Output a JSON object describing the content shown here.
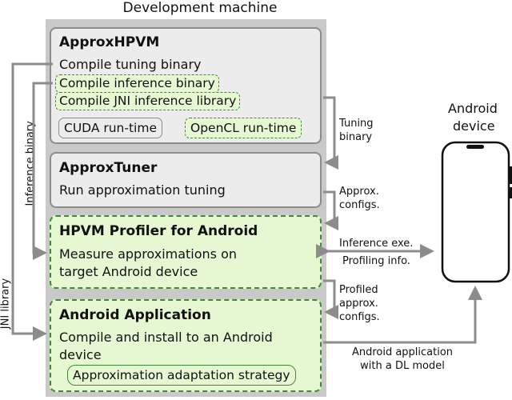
{
  "header": {
    "title": "Development machine"
  },
  "approxhpvm": {
    "title": "ApproxHPVM",
    "line1": "Compile tuning binary",
    "line2": "Compile inference binary",
    "line3": "Compile JNI inference library",
    "cuda": "CUDA run-time",
    "opencl": "OpenCL run-time"
  },
  "approxtuner": {
    "title": "ApproxTuner",
    "line1": "Run approximation tuning"
  },
  "profiler": {
    "title": "HPVM Profiler for Android",
    "line1": "Measure approximations on",
    "line2": "target Android device"
  },
  "app": {
    "title": "Android Application",
    "line1": "Compile and install to an Android",
    "line2": "device",
    "strategy": "Approximation adaptation strategy"
  },
  "device": {
    "line1": "Android",
    "line2": "device"
  },
  "labels": {
    "tuning_binary_1": "Tuning",
    "tuning_binary_2": "binary",
    "approx_configs_1": "Approx.",
    "approx_configs_2": "configs.",
    "inference_exe": "Inference exe.",
    "profiling_info": "Profiling info.",
    "profiled_1": "Profiled",
    "profiled_2": "approx.",
    "profiled_3": "configs.",
    "android_app_1": "Android application",
    "android_app_2": "with a DL model",
    "inference_binary": "Inference binary",
    "jni_library": "JNI library"
  },
  "colors": {
    "green_fill": "#e6f8d2",
    "green_border": "#3f8a34",
    "gray_fill": "#ececec",
    "machine": "#c9c9c9",
    "arrow": "#8c8c8c"
  }
}
